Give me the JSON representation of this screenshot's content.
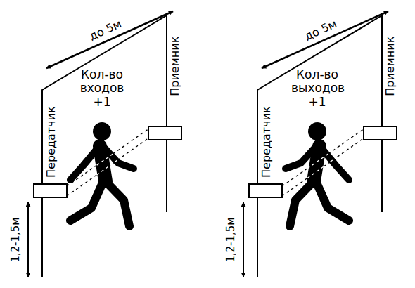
{
  "diagram": {
    "labels": [
      "до 5м",
      "Кол-во входов +1",
      "Передатчик",
      "Приемник",
      "1,2-1,5м",
      "до 5м",
      "Кол-во выходов +1",
      "Передатчик",
      "Приемник",
      "1,2-1,5м"
    ]
  }
}
